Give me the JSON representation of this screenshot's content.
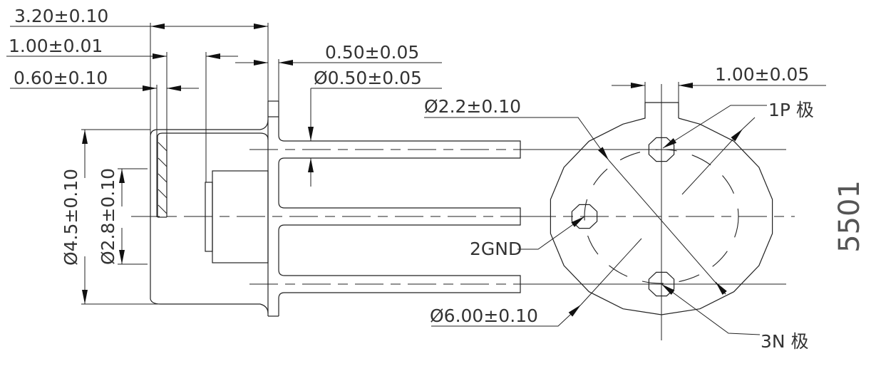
{
  "side_view": {
    "dim_overall_length": "3.20±0.10",
    "dim_cap_depth": "1.00±0.01",
    "dim_window_thickness": "0.60±0.10",
    "dim_flange_thickness": "0.50±0.05",
    "dim_pin_diameter": "Ø0.50±0.05",
    "dim_cap_diameter": "Ø4.5±0.10",
    "dim_window_diameter": "Ø2.8±0.10"
  },
  "end_view": {
    "dim_tab_width": "1.00±0.05",
    "dim_pin_circle": "Ø2.2±0.10",
    "dim_flange_diameter": "Ø6.00±0.10",
    "pin_1_label": "1P 极",
    "pin_2_label": "2GND",
    "pin_3_label": "3N 极"
  },
  "model_number": "5501",
  "colors": {
    "line": "#222222",
    "background": "#ffffff"
  }
}
